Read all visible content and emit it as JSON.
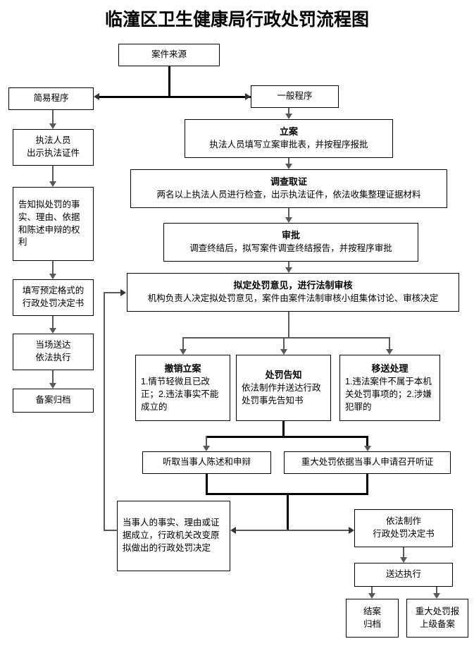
{
  "title": "临潼区卫生健康局行政处罚流程图",
  "nodes": {
    "case_source": {
      "title": "案件来源"
    },
    "simple_procedure": {
      "title": "简易程序"
    },
    "general_procedure": {
      "title": "一般程序"
    },
    "enforcement_id": {
      "title": "执法人员\n出示执法证件"
    },
    "notify_facts": {
      "title": "告知拟处罚的事实、理由、依据和陈述申辩的权利"
    },
    "fill_decision": {
      "title": "填写预定格式的\n行政处罚决定书"
    },
    "onsite_service": {
      "title": "当场送达\n依法执行"
    },
    "record_file": {
      "title": "备案归档"
    },
    "filing": {
      "heading": "立案",
      "body": "执法人员填写立案审批表，并按程序报批"
    },
    "investigation": {
      "heading": "调查取证",
      "body": "两名以上执法人员进行检查，出示执法证件，依法收集整理证据材料"
    },
    "approval": {
      "heading": "审批",
      "body": "调查终结后，拟写案件调查终结报告，并按程序审批"
    },
    "draft_opinion": {
      "heading": "拟定处罚意见，进行法制审核",
      "body": "机构负责人决定拟处罚意见，案件由案件法制审核小组集体讨论、审核决定"
    },
    "revoke_filing": {
      "heading": "撤销立案",
      "body": "1.情节轻微且已改正；2.违法事实不能成立的"
    },
    "penalty_notice": {
      "heading": "处罚告知",
      "body": "依法制作并送达行政处罚事先告知书"
    },
    "transfer_case": {
      "heading": "移送处理",
      "body": "1.违法案件不属于本机关处罚事项的；2.涉嫌犯罪的"
    },
    "hear_statement": {
      "title": "听取当事人陈述和申辩"
    },
    "hearing": {
      "title": "重大处罚依据当事人申请召开听证"
    },
    "change_decision": {
      "title": "当事人的事实、理由或证据成立，行政机关改变原拟做出的行政处罚决定"
    },
    "make_decision": {
      "title": "依法制作\n行政处罚决定书"
    },
    "serve_execute": {
      "title": "送达执行"
    },
    "close_archive": {
      "title": "结案\n归档"
    },
    "report_superior": {
      "title": "重大处罚报\n上级备案"
    }
  },
  "colors": {
    "background": "#ffffff",
    "box_border": "#000000",
    "text": "#000000",
    "connector": "#555a5e",
    "connector_thick": "#000000"
  }
}
